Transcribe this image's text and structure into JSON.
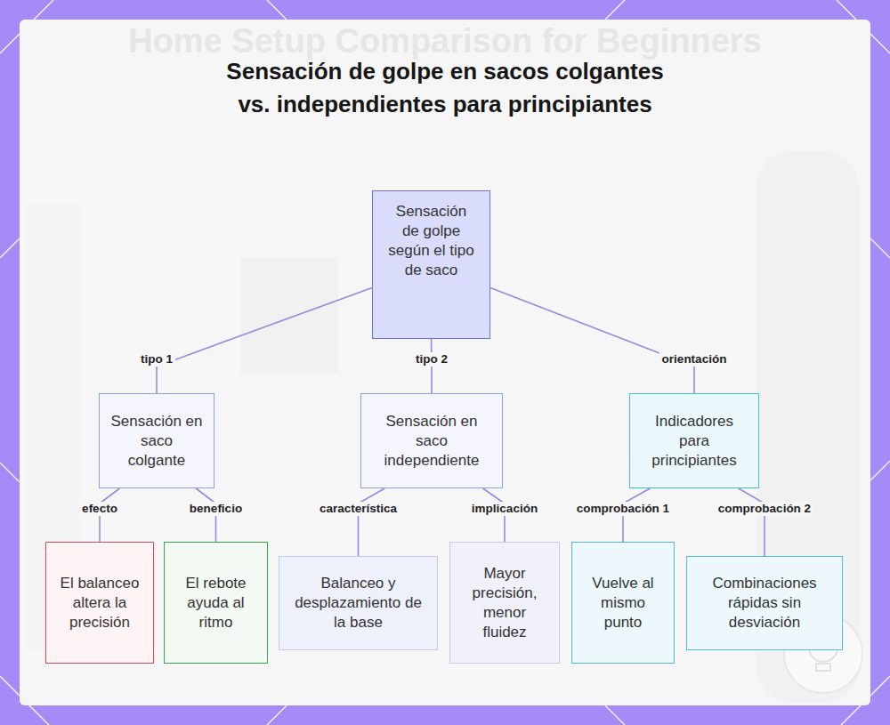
{
  "diagram": {
    "title": "Sensación de golpe en sacos colgantes vs. independientes para principiantes",
    "nodes": [
      {
        "text": [
          "Sensación de golpe según el tipo de saco"
        ]
      },
      {
        "text": [
          "Sensación en saco colgante"
        ]
      },
      {
        "text": [
          "Sensación en saco independiente"
        ]
      },
      {
        "text": [
          "Indicadores para principiantes"
        ]
      },
      {
        "text": [
          "El balanceo altera la precisión"
        ]
      },
      {
        "text": [
          "El rebote ayuda al ritmo"
        ]
      },
      {
        "text": [
          "Balanceo y desplazamiento de la base"
        ]
      },
      {
        "text": [
          "Mayor precisión, menor fluidez"
        ]
      },
      {
        "text": [
          "Vuelve al mismo punto"
        ]
      },
      {
        "text": [
          "Combinaciones rápidas sin desviación"
        ]
      }
    ],
    "edges": [
      {
        "from": 0,
        "to": 1,
        "label": "tipo 1",
        "arrow": "none"
      },
      {
        "from": 0,
        "to": 2,
        "label": "tipo 2",
        "arrow": "none"
      },
      {
        "from": 0,
        "to": 3,
        "label": "orientación",
        "arrow": "none"
      },
      {
        "from": 1,
        "to": 4,
        "label": "efecto",
        "arrow": "none"
      },
      {
        "from": 1,
        "to": 5,
        "label": "beneficio",
        "arrow": "none"
      },
      {
        "from": 2,
        "to": 6,
        "label": "característica",
        "arrow": "none"
      },
      {
        "from": 2,
        "to": 7,
        "label": "implicación",
        "arrow": "none"
      },
      {
        "from": 3,
        "to": 8,
        "label": "comprobación 1",
        "arrow": "none"
      },
      {
        "from": 3,
        "to": 9,
        "label": "comprobación 2",
        "arrow": "none"
      }
    ],
    "labels": [
      "Home Setup Comparison for Beginners"
    ]
  }
}
